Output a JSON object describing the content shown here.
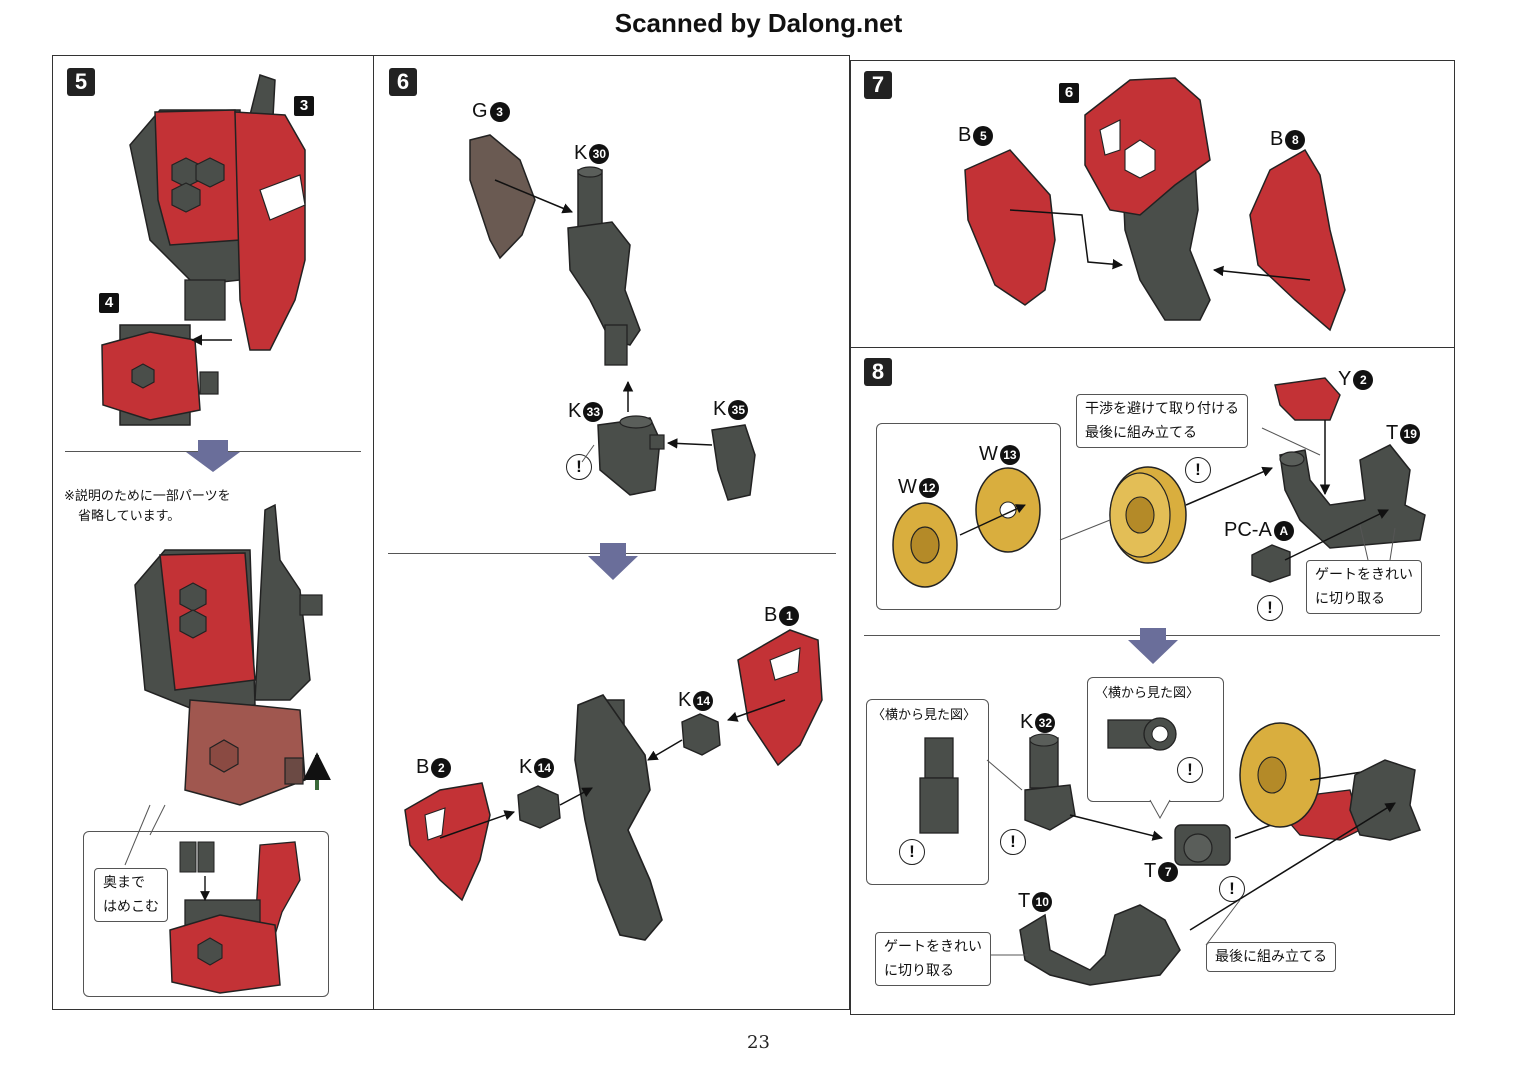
{
  "header": {
    "text": "Scanned by Dalong.net"
  },
  "page_number": "23",
  "colors": {
    "red": "#c33236",
    "dark": "#4a4e4a",
    "gold": "#d9ae3e",
    "arrow_down": "#6a6e9a"
  },
  "steps": {
    "s5": {
      "num": "5",
      "parts": [
        {
          "letter": "",
          "num": "3"
        },
        {
          "letter": "",
          "num": "4"
        }
      ],
      "note": [
        "※説明のために一部パーツを",
        "省略しています。"
      ],
      "callout": [
        "奥まで",
        "はめこむ"
      ]
    },
    "s6": {
      "num": "6",
      "labels": {
        "g3": {
          "letter": "G",
          "num": "3"
        },
        "k30": {
          "letter": "K",
          "num": "30"
        },
        "k33": {
          "letter": "K",
          "num": "33"
        },
        "k35": {
          "letter": "K",
          "num": "35"
        },
        "b1": {
          "letter": "B",
          "num": "1"
        },
        "k14a": {
          "letter": "K",
          "num": "14"
        },
        "b2": {
          "letter": "B",
          "num": "2"
        },
        "k14b": {
          "letter": "K",
          "num": "14"
        }
      }
    },
    "s7": {
      "num": "7",
      "labels": {
        "six": {
          "letter": "",
          "num": "6"
        },
        "b5": {
          "letter": "B",
          "num": "5"
        },
        "b8": {
          "letter": "B",
          "num": "8"
        }
      }
    },
    "s8": {
      "num": "8",
      "labels": {
        "y2": {
          "letter": "Y",
          "num": "2"
        },
        "t19": {
          "letter": "T",
          "num": "19"
        },
        "w13": {
          "letter": "W",
          "num": "13"
        },
        "w12": {
          "letter": "W",
          "num": "12"
        },
        "pca": {
          "letter": "PC-A",
          "num": "A"
        },
        "k32": {
          "letter": "K",
          "num": "32"
        },
        "t7": {
          "letter": "T",
          "num": "7"
        },
        "t10": {
          "letter": "T",
          "num": "10"
        }
      },
      "callout_interference": [
        "干渉を避けて取り付ける",
        "最後に組み立てる"
      ],
      "callout_gate1": [
        "ゲートをきれい",
        "に切り取る"
      ],
      "side_view_left": "〈横から見た図〉",
      "side_view_right": "〈横から見た図〉",
      "callout_gate2": [
        "ゲートをきれい",
        "に切り取る"
      ],
      "callout_last": "最後に組み立てる"
    }
  },
  "warn_symbol": "!"
}
